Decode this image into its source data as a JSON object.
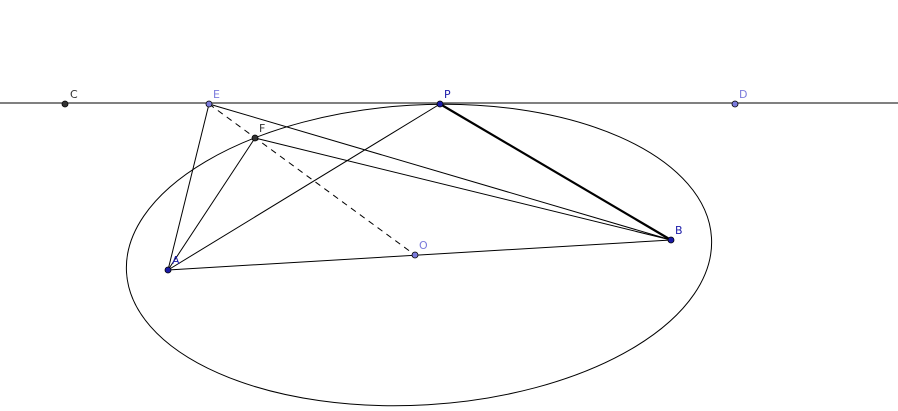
{
  "diagram": {
    "points": [
      {
        "id": "C",
        "label": "C",
        "color": "#333333"
      },
      {
        "id": "E",
        "label": "E",
        "color": "#7b7bdc"
      },
      {
        "id": "P",
        "label": "P",
        "color": "#1a1aa8"
      },
      {
        "id": "D",
        "label": "D",
        "color": "#7b7bdc"
      },
      {
        "id": "F",
        "label": "F",
        "color": "#333333"
      },
      {
        "id": "B",
        "label": "B",
        "color": "#1a1aa8"
      },
      {
        "id": "O",
        "label": "O",
        "color": "#7b7bdc"
      },
      {
        "id": "A",
        "label": "A",
        "color": "#1a1aa8"
      }
    ],
    "segments": [
      {
        "from": "E",
        "to": "A",
        "style": "solid"
      },
      {
        "from": "E",
        "to": "B",
        "style": "solid"
      },
      {
        "from": "F",
        "to": "A",
        "style": "solid"
      },
      {
        "from": "F",
        "to": "B",
        "style": "solid"
      },
      {
        "from": "P",
        "to": "A",
        "style": "solid"
      },
      {
        "from": "P",
        "to": "B",
        "style": "bold"
      },
      {
        "from": "A",
        "to": "B",
        "style": "solid"
      },
      {
        "from": "E",
        "to": "O",
        "style": "dashed"
      }
    ],
    "line_color": "#000000"
  }
}
